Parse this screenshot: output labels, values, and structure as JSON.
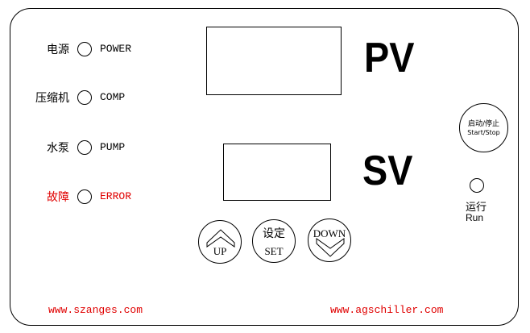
{
  "indicators": [
    {
      "cn": "电源",
      "en": "POWER",
      "color": "#000000"
    },
    {
      "cn": "压缩机",
      "en": "COMP",
      "color": "#000000"
    },
    {
      "cn": "水泵",
      "en": "PUMP",
      "color": "#000000"
    },
    {
      "cn": "故障",
      "en": "ERROR",
      "color": "#e00000"
    }
  ],
  "displays": {
    "pv_label": "PV",
    "sv_label": "SV"
  },
  "buttons": {
    "up": "UP",
    "set_cn": "设定",
    "set_en": "SET",
    "down": "DOWN",
    "start_stop_cn": "启动/停止",
    "start_stop_en": "Start/Stop"
  },
  "run": {
    "cn": "运行",
    "en": "Run"
  },
  "footer": {
    "left_url": "www.szanges.com",
    "right_url": "www.agschiller.com"
  }
}
